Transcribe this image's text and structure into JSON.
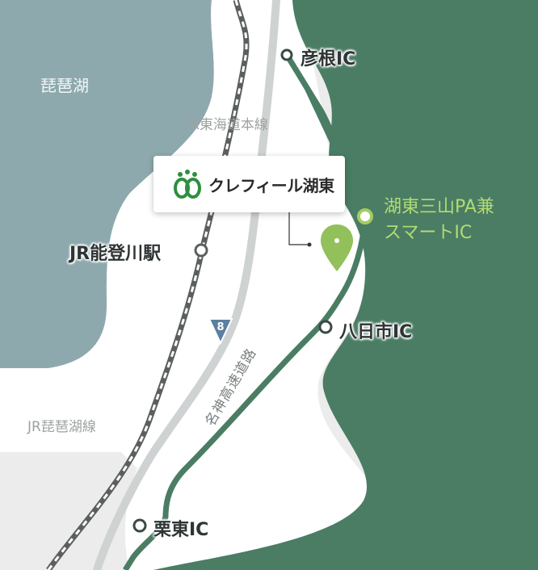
{
  "colors": {
    "lake": "#8ea9ae",
    "land_gray": "#ececec",
    "land_white": "#ffffff",
    "forest": "#4a7d64",
    "road_green": "#4a7d64",
    "rail_dark": "#5c5f60",
    "pin": "#92c05a",
    "ic_ring": "#a2cd62"
  },
  "water": {
    "lake_label": "琵琶湖"
  },
  "railways": [
    {
      "name": "JR東海道本線"
    },
    {
      "name": "JR琵琶湖線"
    }
  ],
  "stations": [
    {
      "name": "JR能登川駅"
    }
  ],
  "roads": {
    "route_number": "8",
    "expressway_name": "名神高速道路"
  },
  "interchanges": [
    {
      "name": "彦根IC"
    },
    {
      "name": "八日市IC"
    },
    {
      "name": "栗東IC"
    }
  ],
  "highlight_ic": {
    "line1": "湖東三山PA兼",
    "line2": "スマートIC"
  },
  "destination": {
    "name": "クレフィール湖東",
    "logo_icon": "clefil-logo-icon",
    "pin_icon": "location-pin-icon"
  }
}
